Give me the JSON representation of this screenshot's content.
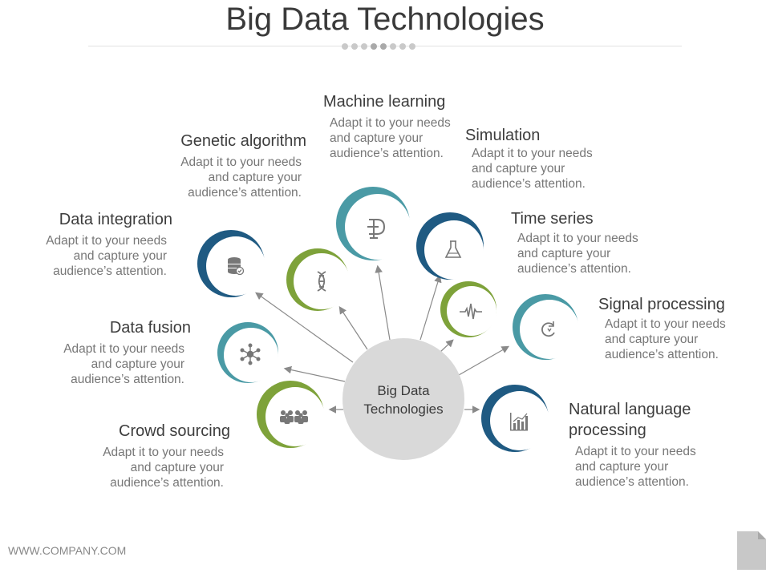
{
  "title": "Big Data Technologies",
  "center": {
    "line1": "Big Data",
    "line2": "Technologies"
  },
  "items": [
    {
      "title": "Machine learning",
      "desc": [
        "Adapt it to your needs",
        "and capture your",
        "audience’s attention."
      ],
      "color": "#4a9aa5",
      "icon": "buffer-icon"
    },
    {
      "title": "Genetic algorithm",
      "desc": [
        "Adapt it to your needs",
        "and capture your",
        "audience’s attention."
      ],
      "color": "#7ea23a",
      "icon": "dna-icon"
    },
    {
      "title": "Data integration",
      "desc": [
        "Adapt it to your needs",
        "and capture your",
        "audience’s attention."
      ],
      "color": "#1f5a82",
      "icon": "database-icon"
    },
    {
      "title": "Data fusion",
      "desc": [
        "Adapt it to your needs",
        "and capture your",
        "audience’s attention."
      ],
      "color": "#4a9aa5",
      "icon": "network-hub-icon"
    },
    {
      "title": "Crowd sourcing",
      "desc": [
        "Adapt it to your needs",
        "and capture your",
        "audience’s attention."
      ],
      "color": "#7ea23a",
      "icon": "people-group-icon"
    },
    {
      "title": "Simulation",
      "desc": [
        "Adapt it to your needs",
        "and capture your",
        "audience’s attention."
      ],
      "color": "#1f5a82",
      "icon": "flask-icon"
    },
    {
      "title": "Time series",
      "desc": [
        "Adapt it to your needs",
        "and capture your",
        "audience’s attention."
      ],
      "color": "#7ea23a",
      "icon": "waveform-icon"
    },
    {
      "title": "Signal processing",
      "desc": [
        "Adapt it to your needs",
        "and capture your",
        "audience’s attention."
      ],
      "color": "#4a9aa5",
      "icon": "refresh-icon"
    },
    {
      "title": "Natural language",
      "title2": "processing",
      "desc": [
        "Adapt it to your needs",
        "and capture your",
        "audience’s attention."
      ],
      "color": "#1f5a82",
      "icon": "bar-chart-icon"
    }
  ],
  "footer": "WWW.COMPANY.COM"
}
